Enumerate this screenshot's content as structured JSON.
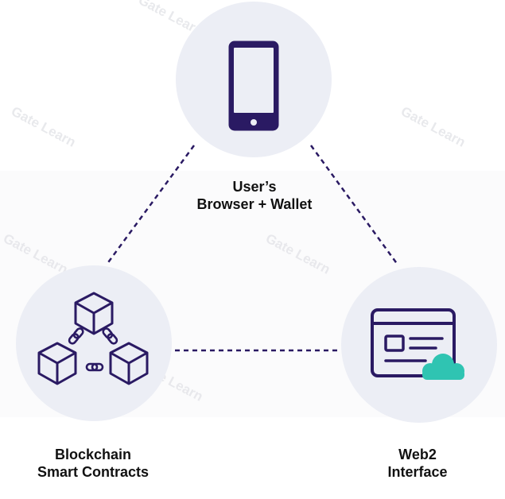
{
  "colors": {
    "navy": "#2a1a63",
    "circle_fill": "#eceef5",
    "cloud": "#2fc4b2",
    "text": "#111111",
    "watermark": "#e6e7eb"
  },
  "watermark_text": "Gate Learn",
  "nodes": {
    "user": {
      "icon": "smartphone-icon",
      "label_line1": "User’s",
      "label_line2": "Browser + Wallet"
    },
    "blockchain": {
      "icon": "blockchain-cubes-icon",
      "label_line1": "Blockchain",
      "label_line2": "Smart Contracts"
    },
    "web2": {
      "icon": "browser-window-cloud-icon",
      "label_line1": "Web2",
      "label_line2": "Interface"
    }
  }
}
